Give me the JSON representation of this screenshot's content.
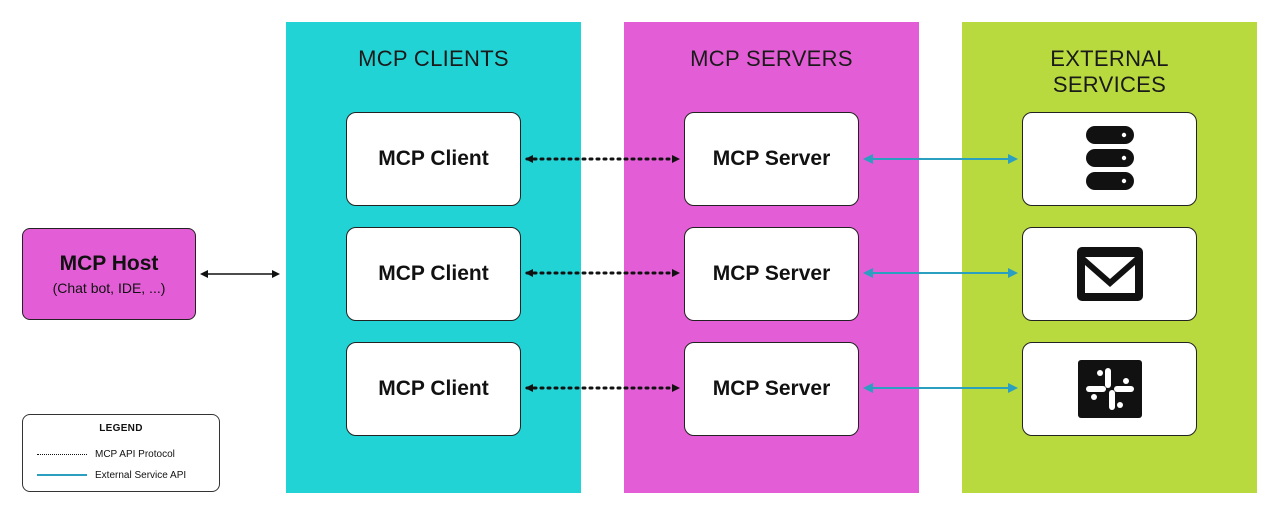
{
  "columns": {
    "clients": {
      "title": "MCP CLIENTS",
      "color": "#22d3d6"
    },
    "servers": {
      "title": "MCP SERVERS",
      "color": "#e35ed6"
    },
    "external": {
      "title_line1": "EXTERNAL",
      "title_line2": "SERVICES",
      "color": "#b8da3e"
    }
  },
  "host": {
    "title": "MCP Host",
    "subtitle": "(Chat bot, IDE, ...)",
    "color": "#e35ed6"
  },
  "clients": [
    "MCP Client",
    "MCP Client",
    "MCP Client"
  ],
  "servers": [
    "MCP Server",
    "MCP Server",
    "MCP Server"
  ],
  "services": [
    {
      "icon": "database-icon"
    },
    {
      "icon": "mail-icon"
    },
    {
      "icon": "slack-icon"
    }
  ],
  "legend": {
    "title": "LEGEND",
    "items": [
      {
        "style": "dotted",
        "label": "MCP API Protocol"
      },
      {
        "style": "solid",
        "label": "External Service API",
        "color": "#2a9fc0"
      }
    ]
  }
}
